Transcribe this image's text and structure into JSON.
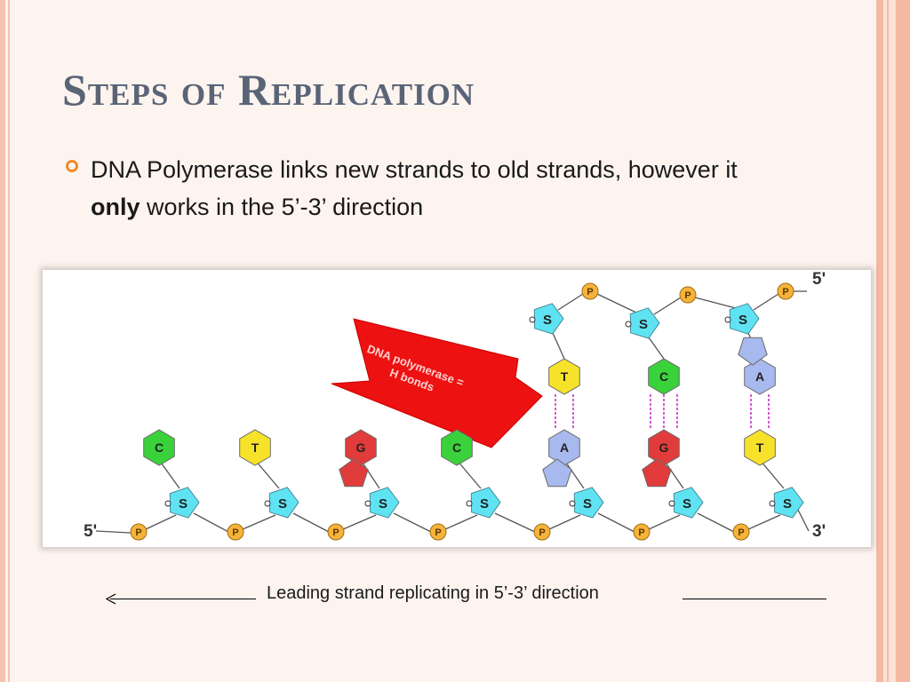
{
  "slide": {
    "title": "Steps of Replication",
    "bullet_part1": "DNA Polymerase links new strands to old strands, however it",
    "bullet_bold": "only",
    "bullet_part2": " works in the 5’-3’ direction",
    "caption": "Leading strand replicating in 5’-3’ direction"
  },
  "diagram": {
    "label_top_right": "5'",
    "label_bottom_left": "5'",
    "label_bottom_right": "3'",
    "arrow_text_line1": "DNA polymerase =",
    "arrow_text_line2": "H bonds",
    "phosphate_label": "P",
    "sugar_label": "S",
    "bottom_bases": [
      "C",
      "T",
      "G",
      "C",
      "A",
      "G",
      "T"
    ],
    "top_bases": [
      "T",
      "C",
      "A"
    ]
  },
  "colors": {
    "title": "#5a6477",
    "bullet": "#f08a2a",
    "base_c": "#3ad23a",
    "base_t": "#f7e22a",
    "base_g": "#e23b3b",
    "base_a": "#a7b9ee",
    "sugar": "#5fe3f2",
    "phosphate": "#f6b33a",
    "arrow": "#ee1111",
    "hbond": "#cc33cc"
  }
}
